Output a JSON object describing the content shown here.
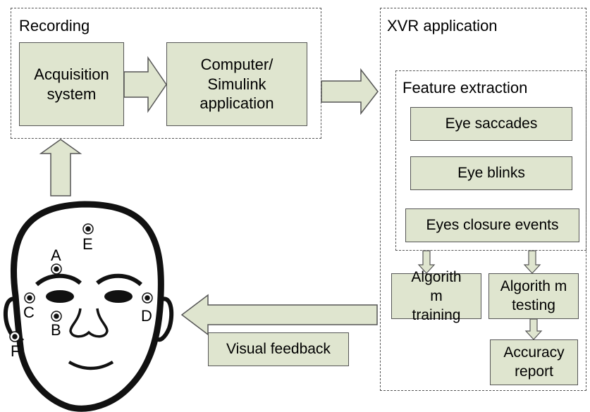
{
  "recording": {
    "title": "Recording",
    "acquisition": "Acquisition system",
    "computer": "Computer/ Simulink application"
  },
  "xvr": {
    "title": "XVR application",
    "feature_extraction": {
      "title": "Feature extraction",
      "items": [
        "Eye saccades",
        "Eye blinks",
        "Eyes closure events"
      ]
    },
    "algorithm_training": "Algorith m training",
    "algorithm_testing": "Algorith m testing",
    "accuracy_report": "Accuracy report"
  },
  "visual_feedback": "Visual feedback",
  "electrodes": [
    "A",
    "B",
    "C",
    "D",
    "E",
    "F"
  ],
  "colors": {
    "box_fill": "#dfe5cf",
    "stroke": "#555555"
  }
}
